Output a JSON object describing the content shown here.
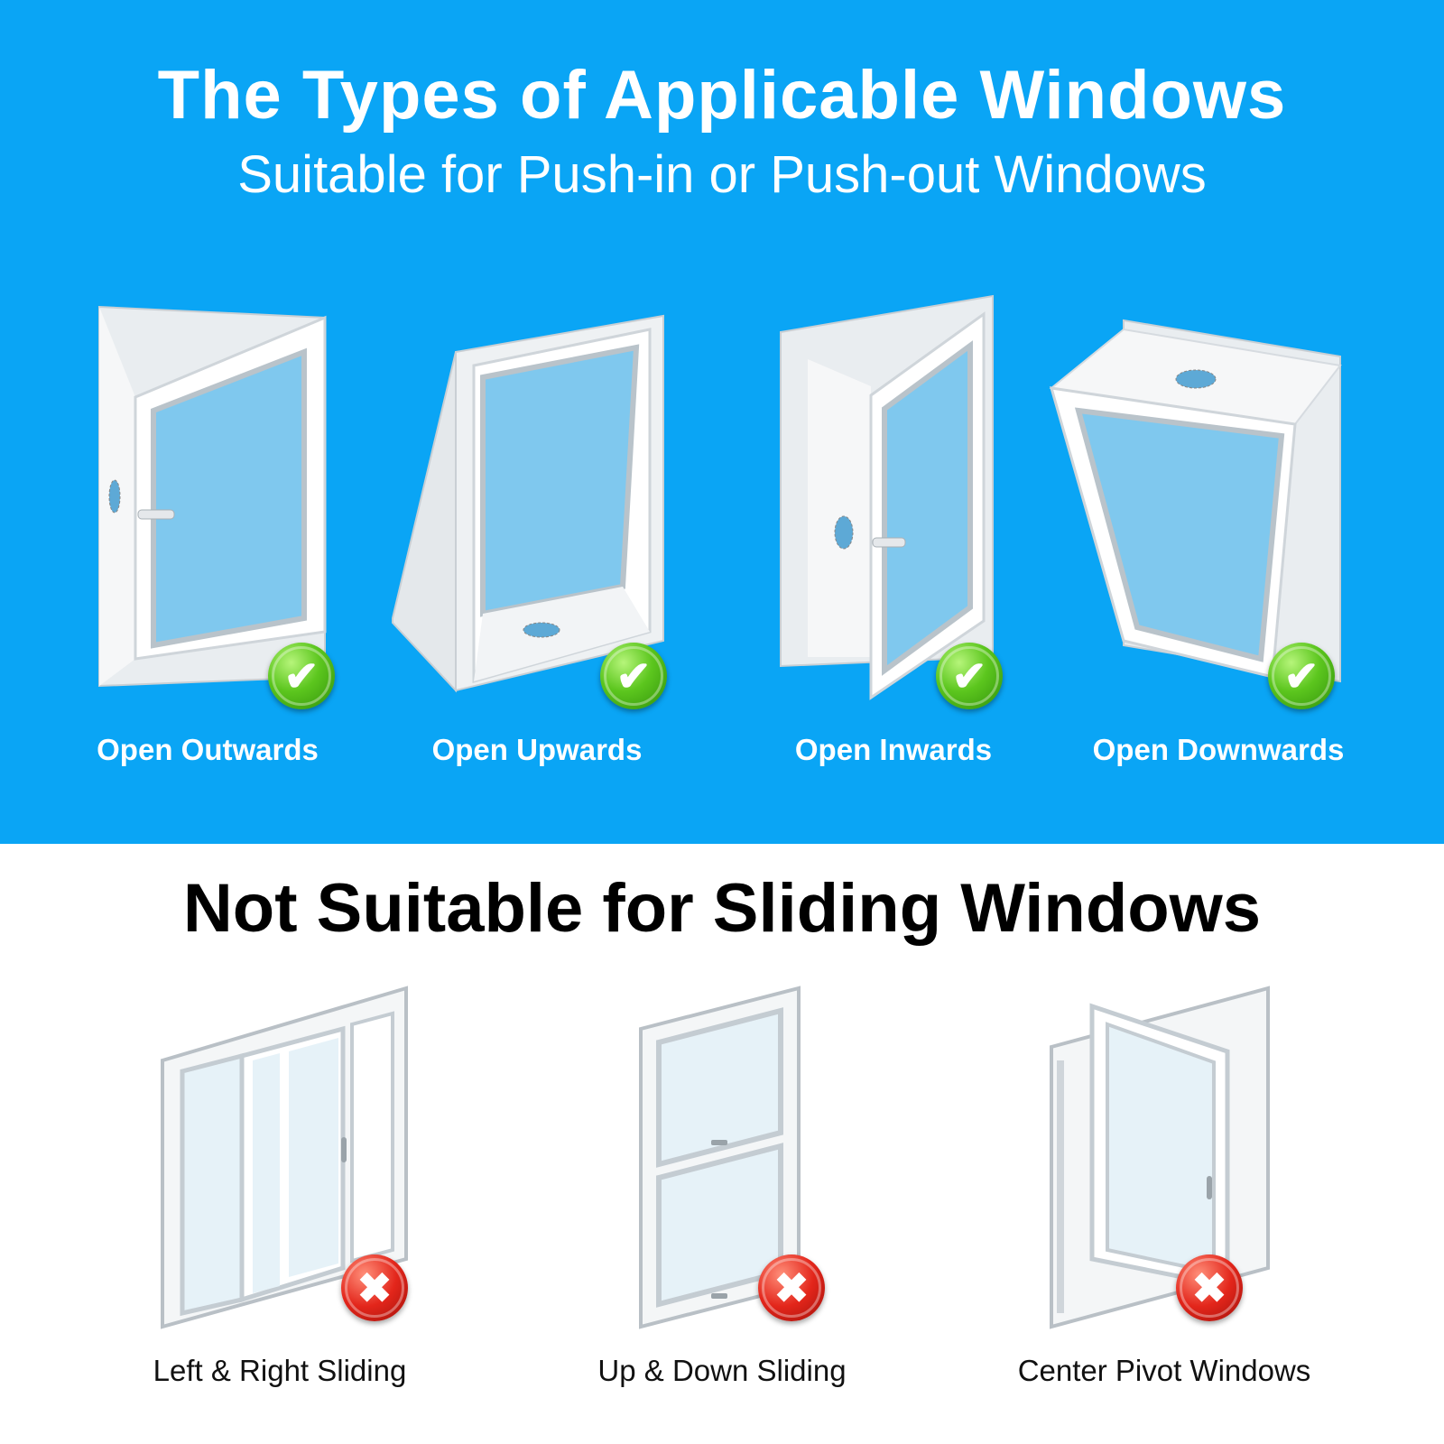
{
  "header": {
    "title": "The Types of Applicable Windows",
    "subtitle": "Suitable for Push-in or Push-out Windows"
  },
  "suitable": [
    {
      "label": "Open Outwards",
      "icon": "check-icon"
    },
    {
      "label": "Open Upwards",
      "icon": "check-icon"
    },
    {
      "label": "Open Inwards",
      "icon": "check-icon"
    },
    {
      "label": "Open Downwards",
      "icon": "check-icon"
    }
  ],
  "unsuitable_title": "Not Suitable for Sliding Windows",
  "unsuitable": [
    {
      "label": "Left & Right Sliding",
      "icon": "cross-icon"
    },
    {
      "label": "Up & Down Sliding",
      "icon": "cross-icon"
    },
    {
      "label": "Center Pivot Windows",
      "icon": "cross-icon"
    }
  ],
  "colors": {
    "top_background": "#0aa5f5",
    "bottom_background": "#ffffff",
    "check_badge": "#5cc61e",
    "cross_badge": "#e3261b"
  },
  "badge_glyphs": {
    "check": "✔",
    "cross": "✖"
  }
}
